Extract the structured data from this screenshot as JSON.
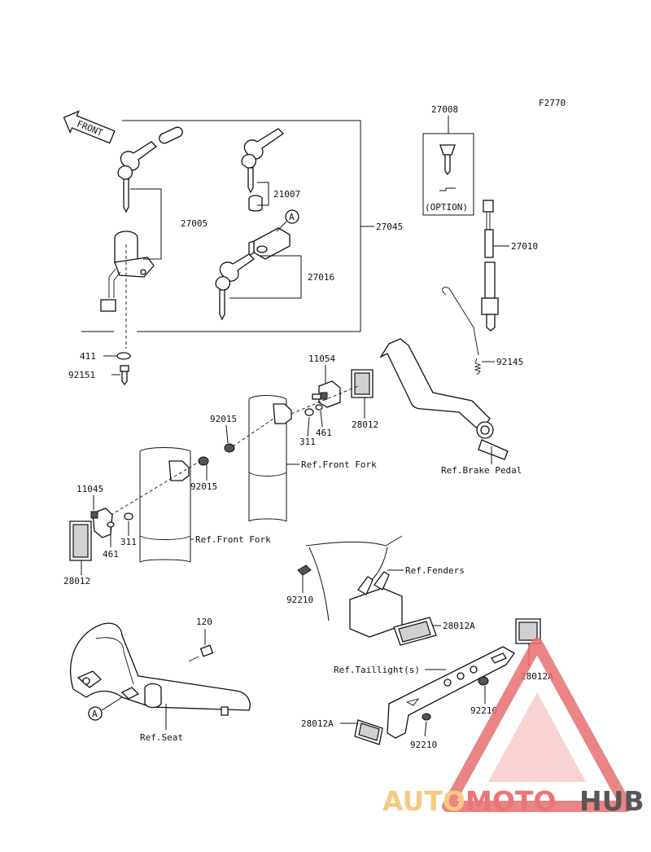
{
  "figure_code": "F2770",
  "front_arrow": "FRONT",
  "labels": {
    "p27008": "27008",
    "option": "(OPTION)",
    "p27010": "27010",
    "p21007": "21007",
    "p27005": "27005",
    "p27045": "27045",
    "p27016": "27016",
    "refA_top": "A",
    "p411": "411",
    "p92151": "92151",
    "p92145": "92145",
    "p11054": "11054",
    "p28012_r": "28012",
    "p92015_u": "92015",
    "p461_u": "461",
    "p311_u": "311",
    "ref_front_fork_1": "Ref.Front Fork",
    "ref_brake_pedal": "Ref.Brake Pedal",
    "p11045": "11045",
    "p92015_l": "92015",
    "p311_l": "311",
    "ref_front_fork_2": "Ref.Front Fork",
    "p461_l": "461",
    "p28012_l": "28012",
    "ref_fenders": "Ref.Fenders",
    "p92210_a": "92210",
    "p28012A_a": "28012A",
    "p120": "120",
    "ref_taillights": "Ref.Taillight(s)",
    "p28012A_b": "28012A",
    "p92210_b": "92210",
    "refA_bottom": "A",
    "p28012A_c": "28012A",
    "p92210_c": "92210",
    "ref_seat": "Ref.Seat"
  },
  "watermark": {
    "part1": "AUTO",
    "part2": "MOTO",
    "part3": "HUB",
    "color1": "#f5c16a",
    "color2": "#e85c5c",
    "color3": "#3a3a3a"
  }
}
